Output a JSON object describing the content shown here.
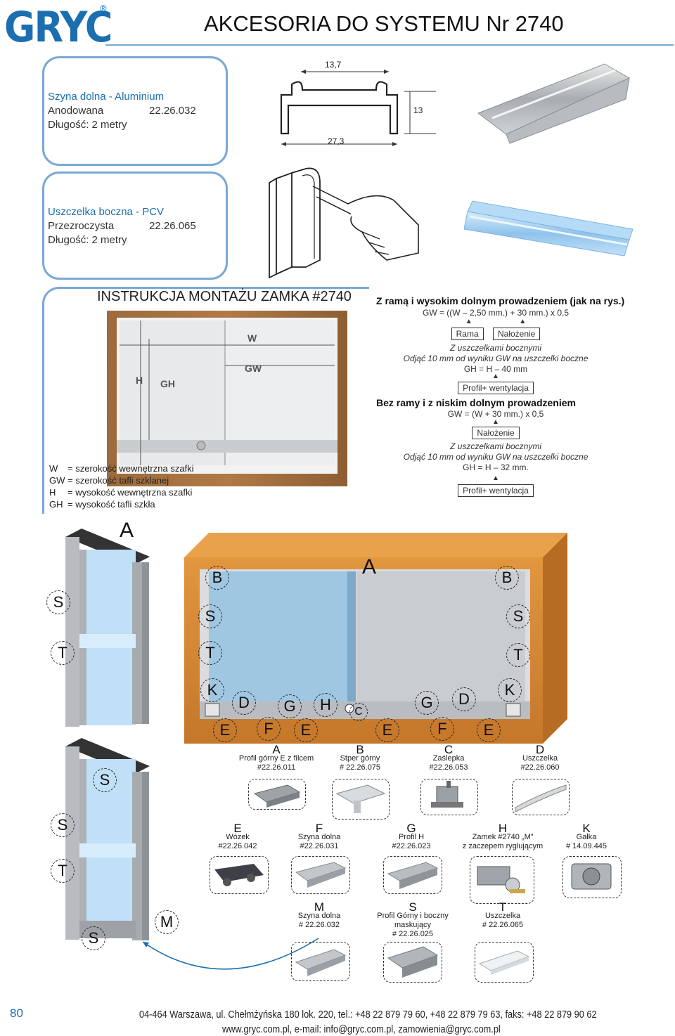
{
  "header": {
    "logo": "GRYC",
    "logo_mark": "®",
    "title": "AKCESORIA DO SYSTEMU Nr 2740"
  },
  "product1": {
    "line1": "Szyna dolna - Aluminium",
    "line2": "Anodowana",
    "code": "22.26.032",
    "line3": "Długość: 2 metry",
    "dims": {
      "top": "13,7",
      "bottom": "27,3",
      "side": "13"
    }
  },
  "product2": {
    "line1": "Uszczelka boczna - PCV",
    "line2": "Przezroczysta",
    "code": "22.26.065",
    "line3": "Długość: 2 metry"
  },
  "instructions": {
    "title": "INSTRUKCJA MONTAŻU ZAMKA #2740",
    "diagram_labels": {
      "W": "W",
      "GW": "GW",
      "H": "H",
      "GH": "GH"
    },
    "legend": [
      {
        "key": "W",
        "sep": "=",
        "text": "szerokość wewnętrzna szafki"
      },
      {
        "key": "GW",
        "sep": "=",
        "text": "szerokość tafli szklanej"
      },
      {
        "key": "H",
        "sep": "=",
        "text": "wysokość wewnętrzna szafki"
      },
      {
        "key": "GH",
        "sep": "=",
        "text": "wysokość tafli szkła"
      }
    ],
    "case1": {
      "heading": "Z ramą i wysokim dolnym prowadzeniem (jak na rys.)",
      "formula": "GW = ((W – 2,50 mm.) + 30 mm.) x 0,5",
      "tag1": "Rama",
      "tag2": "Nałożenie",
      "note1": "Z uszczelkami bocznymi",
      "note2": "Odjąć 10 mm od wyniku GW na uszczelki boczne",
      "formula2": "GH = H – 40 mm",
      "tag3": "Profil+ wentylacja"
    },
    "case2": {
      "heading": "Bez ramy i z niskim dolnym prowadzeniem",
      "formula": "GW = (W + 30 mm.) x 0,5",
      "tag1": "Nałożenie",
      "note1": "Z uszczelkami bocznymi",
      "note2": "Odjąć 10 mm od wyniku GW na uszczelki boczne",
      "formula2": "GH = H – 32 mm.",
      "tag2": "Profil+ wentylacja"
    }
  },
  "assembly_letters": {
    "A": "A",
    "B": "B",
    "C": "C",
    "D": "D",
    "E": "E",
    "F": "F",
    "G": "G",
    "H": "H",
    "K": "K",
    "M": "M",
    "S": "S",
    "T": "T"
  },
  "parts": [
    {
      "letter": "A",
      "name": "Profil górny E z filcem",
      "code": "#22.26.011"
    },
    {
      "letter": "B",
      "name": "Stper górny",
      "code": "# 22.26.075"
    },
    {
      "letter": "C",
      "name": "Zaślepka",
      "code": "#22.26.053"
    },
    {
      "letter": "D",
      "name": "Uszczelka",
      "code": "#22.26.060"
    },
    {
      "letter": "E",
      "name": "Wózek",
      "code": "#22.26.042"
    },
    {
      "letter": "F",
      "name": "Szyna dolna",
      "code": "#22.26.031"
    },
    {
      "letter": "G",
      "name": "Profil H",
      "code": "#22.26.023"
    },
    {
      "letter": "H",
      "name": "Zamek #2740 „M”",
      "name2": "z zaczepem ryglującym",
      "code": ""
    },
    {
      "letter": "K",
      "name": "Gałka",
      "code": "# 14.09.445"
    },
    {
      "letter": "M",
      "name": "Szyna dolna",
      "code": "# 22.26.032"
    },
    {
      "letter": "S",
      "name": "Profil Górny i boczny maskujący",
      "code": "# 22.26.025"
    },
    {
      "letter": "T",
      "name": "Uszczelka",
      "code": "# 22.26.065"
    }
  ],
  "footer": {
    "page": "80",
    "line1": "04-464 Warszawa, ul. Chełmżyńska 180 lok. 220, tel.: +48 22 879 79 60, +48 22 879 79 63, faks: +48 22 879 90 62",
    "line2": "www.gryc.com.pl, e-mail: info@gryc.com.pl, zamowienia@gryc.com.pl"
  }
}
